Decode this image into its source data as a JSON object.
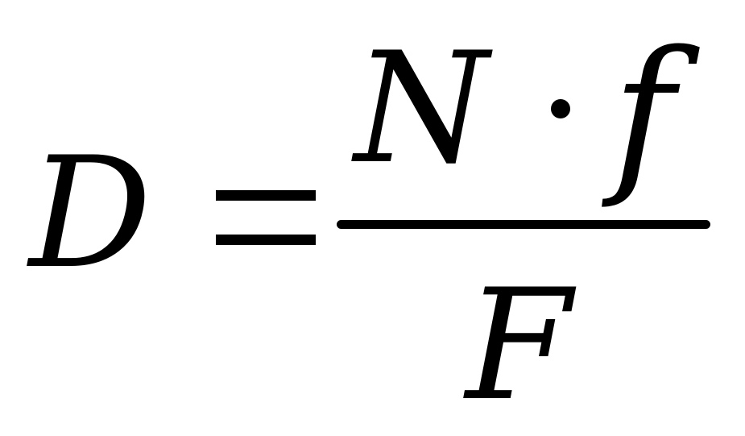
{
  "formula": {
    "lhs": "D",
    "operator": "=",
    "numerator_left": "N",
    "multiply_symbol": "·",
    "numerator_right": "f",
    "denominator": "F"
  },
  "colors": {
    "text": "#000000",
    "background": "#ffffff"
  }
}
